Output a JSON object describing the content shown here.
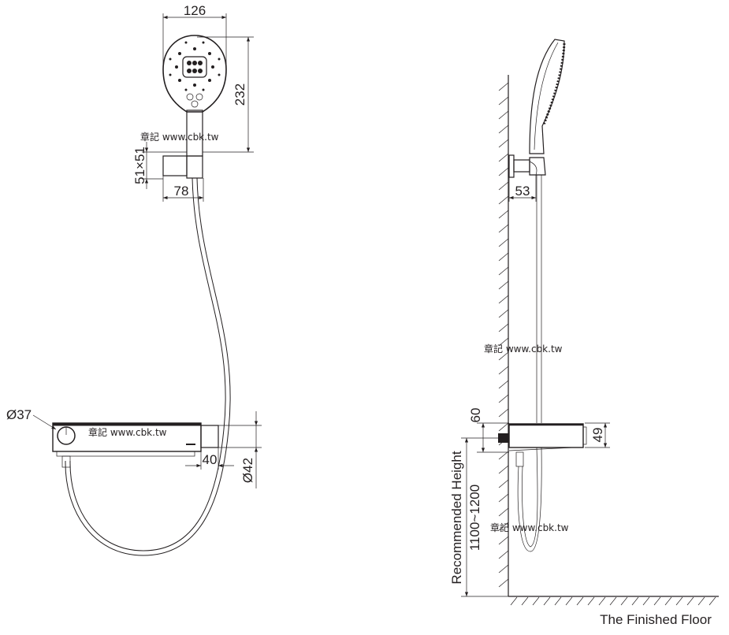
{
  "front_view": {
    "dims": {
      "head_width": "126",
      "head_height": "232",
      "holder_size": "51×51",
      "holder_depth": "78",
      "dial_diameter": "Ø37",
      "outlet_length": "40",
      "outlet_diameter": "Ø42"
    },
    "watermark_1": "章記 www.cbk.tw",
    "watermark_2": "章記 www.cbk.tw"
  },
  "side_view": {
    "dims": {
      "holder_projection": "53",
      "inlet_offset": "60",
      "body_height": "49",
      "recommended_height_label": "Recommended Height",
      "recommended_height_value": "1100~1200"
    },
    "watermark_1": "章記 www.cbk.tw",
    "watermark_2": "章記 www.cbk.tw",
    "floor_label": "The Finished Floor"
  }
}
